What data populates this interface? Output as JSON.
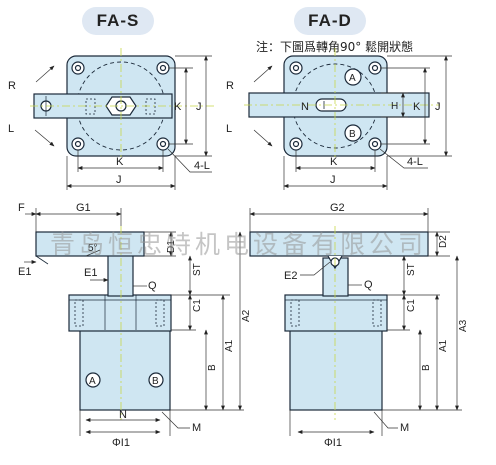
{
  "titles": {
    "left": "FA-S",
    "right": "FA-D"
  },
  "note": "注：下圖爲轉角90°  鬆開狀態",
  "watermark": "青岛恒忠特机电设备有限公司",
  "colors": {
    "body": "#cfe6f2",
    "stroke": "#1c2a3a",
    "dim": "#333333",
    "pill": "#dfe8f3",
    "centerline": "#c8d84a"
  },
  "labels": {
    "top_left": {
      "R": "R",
      "L": "L",
      "K_right": "K",
      "J_right": "J",
      "K_bottom": "K",
      "J_bottom": "J",
      "four_L": "4-L"
    },
    "top_right": {
      "R": "R",
      "L": "L",
      "A": "A",
      "B": "B",
      "N": "N",
      "H": "H",
      "K_right": "K",
      "J_right": "J",
      "K_bottom": "K",
      "J_bottom": "J",
      "four_L": "4-L"
    },
    "bottom_left": {
      "F": "F",
      "G1": "G1",
      "D1": "D1",
      "angle": "5°",
      "E1_side": "E1",
      "E1_mid": "E1",
      "Q": "Q",
      "ST": "ST",
      "C1": "C1",
      "B": "B",
      "A1": "A1",
      "A2": "A2",
      "A": "A",
      "Bp": "B",
      "N": "N",
      "phi": "ΦI1",
      "M": "M"
    },
    "bottom_right": {
      "G2": "G2",
      "D2": "D2",
      "E2": "E2",
      "Q": "Q",
      "ST": "ST",
      "C1": "C1",
      "B": "B",
      "A1": "A1",
      "A3": "A3",
      "phi": "ΦI1",
      "M": "M"
    }
  }
}
